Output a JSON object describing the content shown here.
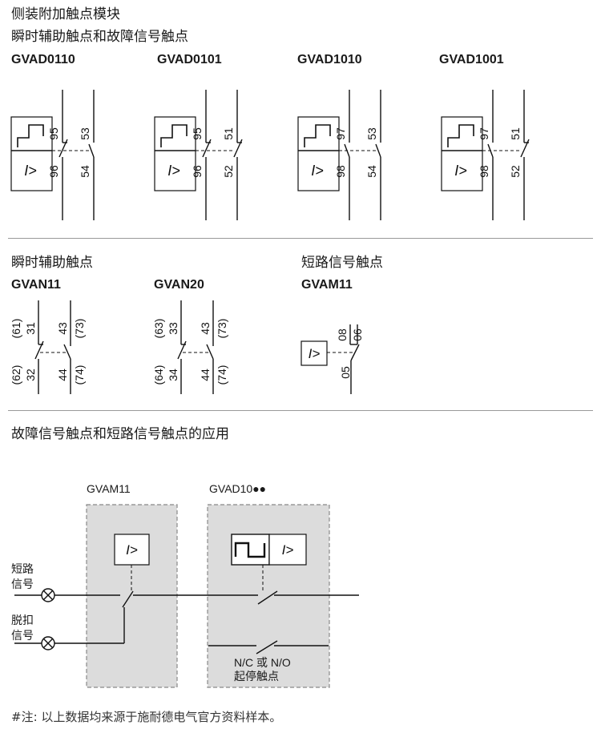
{
  "section1": {
    "title": "侧装附加触点模块",
    "subtitle": "瞬时辅助触点和故障信号触点",
    "modules": [
      {
        "code": "GVAD0110",
        "contact_a": [
          "95",
          "96"
        ],
        "contact_b": [
          "53",
          "54"
        ],
        "a_type": "NC",
        "b_type": "NO"
      },
      {
        "code": "GVAD0101",
        "contact_a": [
          "95",
          "96"
        ],
        "contact_b": [
          "51",
          "52"
        ],
        "a_type": "NC",
        "b_type": "NC"
      },
      {
        "code": "GVAD1010",
        "contact_a": [
          "97",
          "98"
        ],
        "contact_b": [
          "53",
          "54"
        ],
        "a_type": "NO",
        "b_type": "NO"
      },
      {
        "code": "GVAD1001",
        "contact_a": [
          "97",
          "98"
        ],
        "contact_b": [
          "51",
          "52"
        ],
        "a_type": "NO",
        "b_type": "NC"
      }
    ]
  },
  "section2": {
    "left_title": "瞬时辅助触点",
    "right_title": "短路信号触点",
    "gvan11": {
      "code": "GVAN11",
      "top": [
        "(61)",
        "31",
        "43",
        "(73)"
      ],
      "bottom": [
        "(62)",
        "32",
        "44",
        "(74)"
      ]
    },
    "gvan20": {
      "code": "GVAN20",
      "top": [
        "(63)",
        "33",
        "43",
        "(73)"
      ],
      "bottom": [
        "(64)",
        "34",
        "44",
        "(74)"
      ]
    },
    "gvam11": {
      "code": "GVAM11",
      "top": [
        "08",
        "06"
      ],
      "bottom": [
        "05"
      ]
    }
  },
  "section3": {
    "title": "故障信号触点和短路信号触点的应用",
    "box1_label": "GVAM11",
    "box2_label": "GVAD10●●",
    "signal1": [
      "短路",
      "信号"
    ],
    "signal2": [
      "脱扣",
      "信号"
    ],
    "note_line1": "N/C 或 N/O",
    "note_line2": "起停触点"
  },
  "footnote": "#注: 以上数据均来源于施耐德电气官方资料样本。",
  "symbols": {
    "current_relay": "I>"
  }
}
